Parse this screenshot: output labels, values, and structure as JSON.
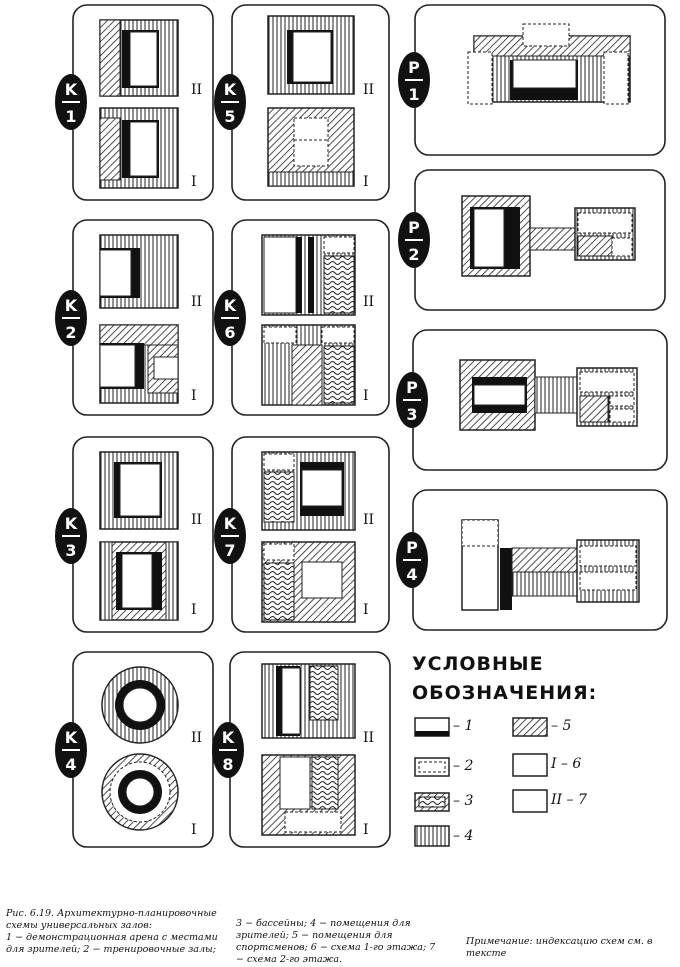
{
  "panels": [
    {
      "code": "K/1",
      "top": "K",
      "bottom": "1",
      "floors": [
        "II",
        "I"
      ]
    },
    {
      "code": "K/5",
      "top": "K",
      "bottom": "5",
      "floors": [
        "II",
        "I"
      ]
    },
    {
      "code": "P/1",
      "top": "P",
      "bottom": "1",
      "floors": []
    },
    {
      "code": "K/2",
      "top": "K",
      "bottom": "2",
      "floors": [
        "II",
        "I"
      ]
    },
    {
      "code": "K/6",
      "top": "K",
      "bottom": "6",
      "floors": [
        "II",
        "I"
      ]
    },
    {
      "code": "P/2",
      "top": "P",
      "bottom": "2",
      "floors": []
    },
    {
      "code": "K/3",
      "top": "K",
      "bottom": "3",
      "floors": [
        "II",
        "I"
      ]
    },
    {
      "code": "K/7",
      "top": "K",
      "bottom": "7",
      "floors": [
        "II",
        "I"
      ]
    },
    {
      "code": "P/3",
      "top": "P",
      "bottom": "3",
      "floors": []
    },
    {
      "code": "K/4",
      "top": "K",
      "bottom": "4",
      "floors": [
        "II",
        "I"
      ]
    },
    {
      "code": "K/8",
      "top": "K",
      "bottom": "8",
      "floors": [
        "II",
        "I"
      ]
    },
    {
      "code": "P/4",
      "top": "P",
      "bottom": "4",
      "floors": []
    }
  ],
  "legend": {
    "title_line1": "УСЛОВНЫЕ",
    "title_line2": "ОБОЗНАЧЕНИЯ:",
    "items": [
      {
        "key": "1",
        "label": "– 1",
        "pattern": "arena"
      },
      {
        "key": "2",
        "label": "– 2",
        "pattern": "training"
      },
      {
        "key": "3",
        "label": "– 3",
        "pattern": "pool"
      },
      {
        "key": "4",
        "label": "– 4",
        "pattern": "spectators"
      },
      {
        "key": "5",
        "label": "– 5",
        "pattern": "athletes"
      },
      {
        "key": "6",
        "label": "I – 6",
        "pattern": "floor1"
      },
      {
        "key": "7",
        "label": "II – 7",
        "pattern": "floor2"
      }
    ]
  },
  "caption": {
    "col1_line1": "Рис. 6.19. Архитектурно-планировочные",
    "col1_line2": "схемы универсальных залов:",
    "col1_line3": "1 − демонстрационная арена с местами",
    "col1_line4": "для зрителей; 2 − тренировочные залы;",
    "col2_line1": "3 − бассейны; 4 − помещения для",
    "col2_line2": "зрителей; 5 − помещения для",
    "col2_line3": "спортсменов; 6 − схема 1-го этажа; 7",
    "col2_line4": "− схема 2-го этажа.",
    "col3_line1": "Примечание: индексацию схем см. в",
    "col3_line2": "тексте"
  }
}
